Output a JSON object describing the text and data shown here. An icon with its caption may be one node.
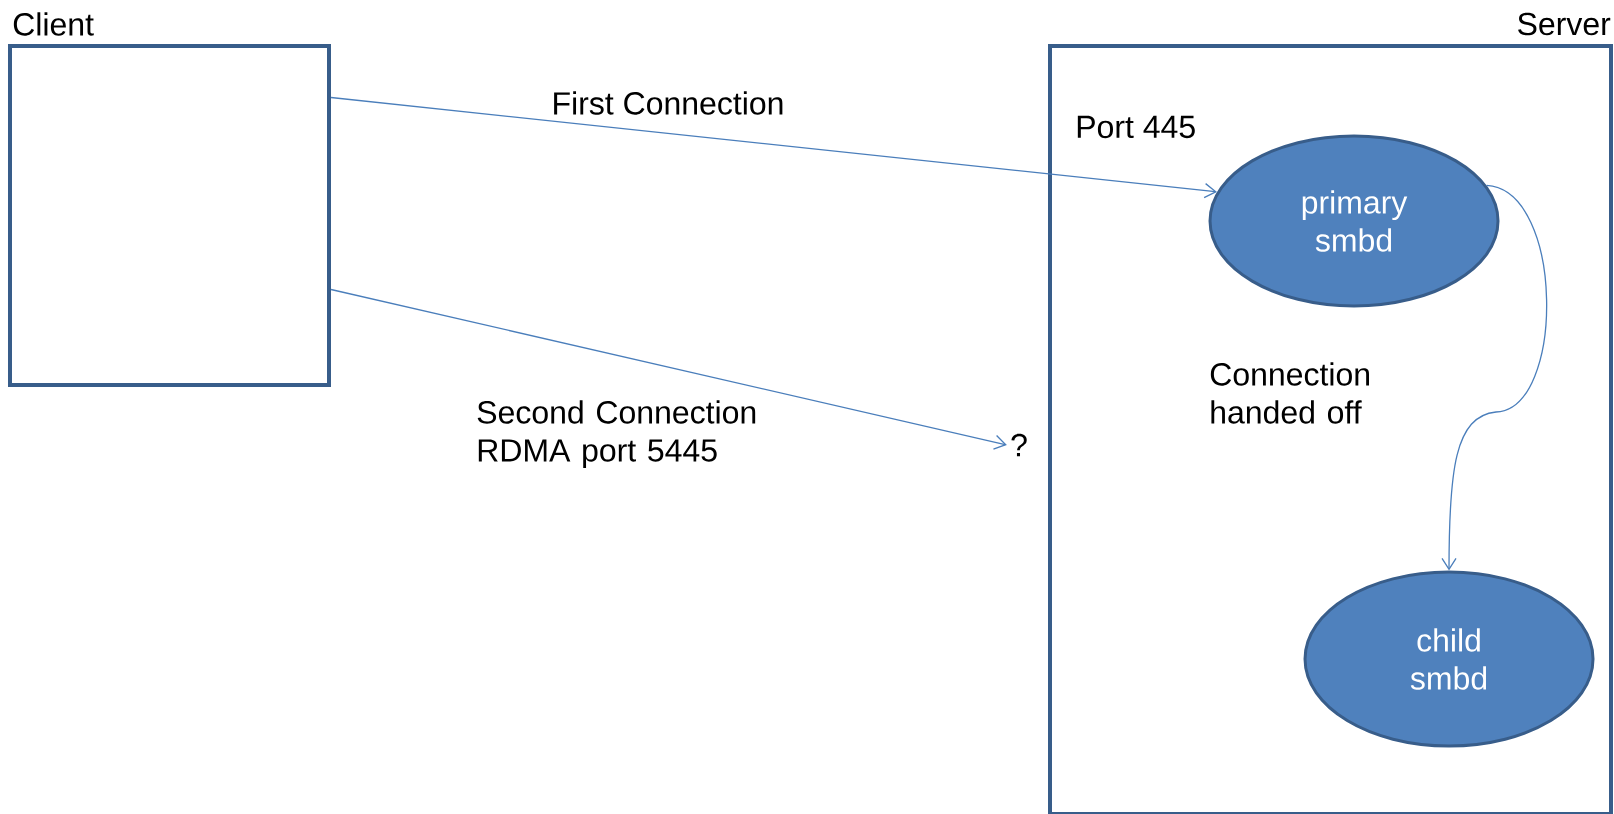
{
  "diagram": {
    "nodes": [
      {
        "text": [
          "Client"
        ]
      },
      {
        "text": [
          "Server"
        ]
      },
      {
        "text": [
          "primary smbd"
        ],
        "in": 1,
        "beside": [
          "Port 445"
        ]
      },
      {
        "text": [
          "child smbd"
        ],
        "in": 1
      },
      {
        "text": [
          "?"
        ]
      }
    ],
    "edges": [
      {
        "from": 0,
        "to": 2,
        "arrow": "to",
        "label": "First Connection"
      },
      {
        "from": 0,
        "to": 4,
        "arrow": "to",
        "label": "Second Connection RDMA port 5445"
      },
      {
        "from": 2,
        "to": 3,
        "arrow": "to",
        "label": "Connection handed off"
      }
    ]
  }
}
